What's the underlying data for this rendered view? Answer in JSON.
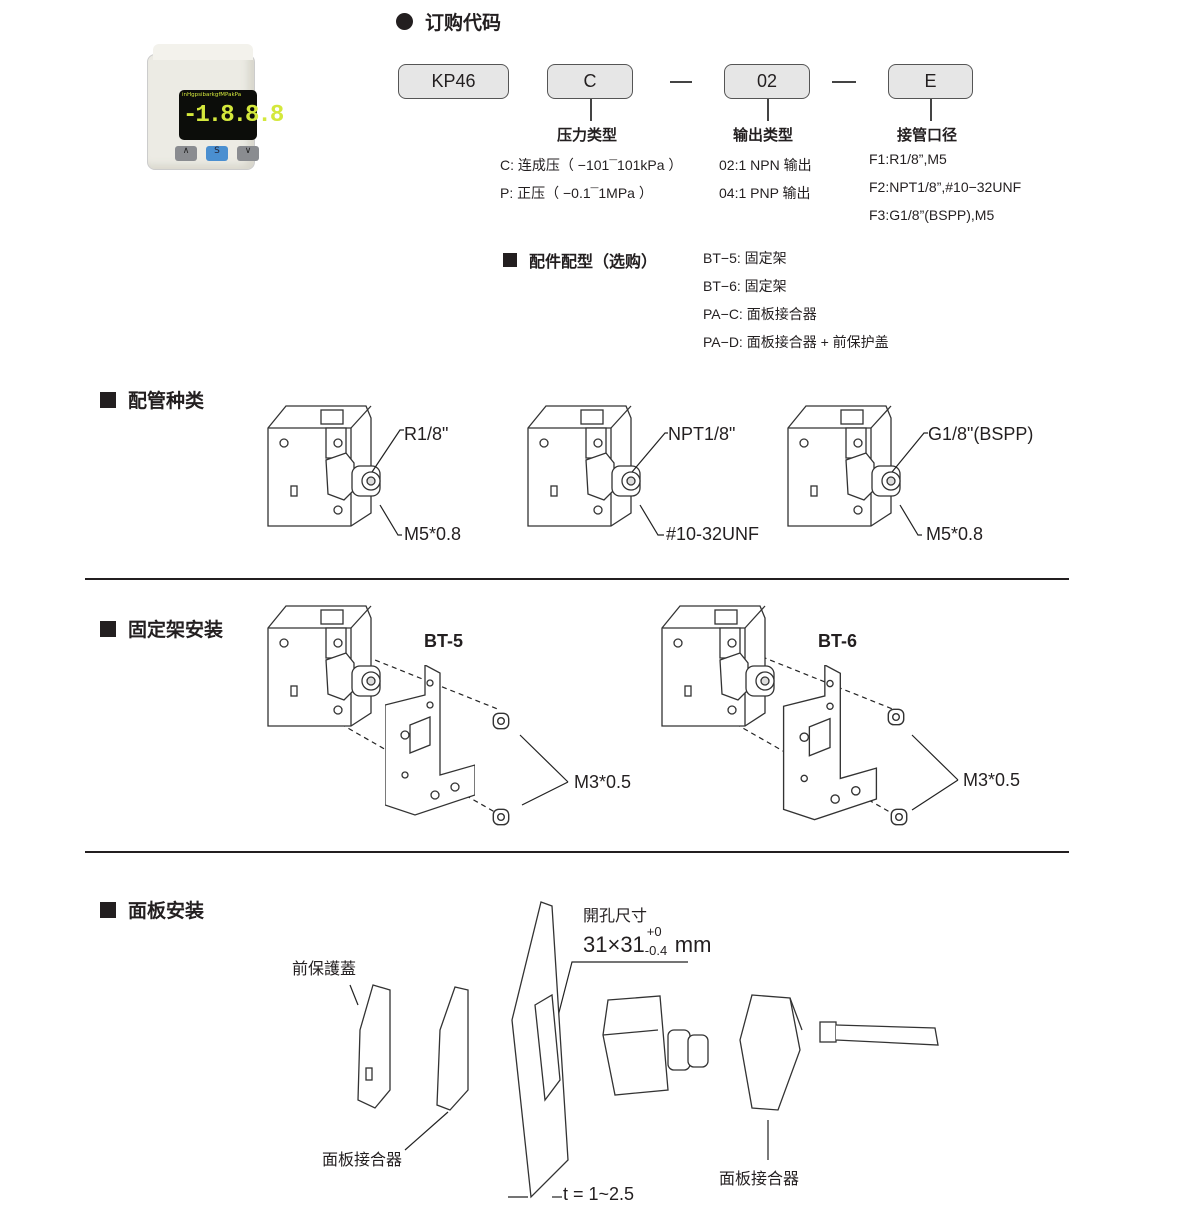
{
  "order_code": {
    "title": "订购代码",
    "boxes": [
      "KP46",
      "C",
      "02",
      "E"
    ],
    "groups": [
      {
        "label": "压力类型",
        "options": [
          "C: 连成压（ −101¯101kPa ）",
          "P: 正压（ −0.1¯1MPa ）"
        ]
      },
      {
        "label": "输出类型",
        "options": [
          "02:1 NPN 输出",
          "04:1 PNP 输出"
        ]
      },
      {
        "label": "接管口径",
        "options": [
          "F1:R1/8”,M5",
          "F2:NPT1/8”,#10−32UNF",
          "F3:G1/8”(BSPP),M5"
        ]
      }
    ]
  },
  "device_display": {
    "units": "inHgpsibarkgfMPakPa",
    "digits": "-1.8.8.8",
    "buttons": [
      "∧",
      "S",
      "∨"
    ]
  },
  "accessories": {
    "title": "配件配型（选购）",
    "items": [
      "BT−5: 固定架",
      "BT−6: 固定架",
      "PA−C: 面板接合器",
      "PA−D: 面板接合器 + 前保护盖"
    ]
  },
  "piping": {
    "title": "配管种类",
    "variants": [
      {
        "top": "R1/8\"",
        "bottom": "M5*0.8"
      },
      {
        "top": "NPT1/8\"",
        "bottom": "#10-32UNF"
      },
      {
        "top": "G1/8\"(BSPP)",
        "bottom": "M5*0.8"
      }
    ]
  },
  "bracket": {
    "title": "固定架安装",
    "variants": [
      {
        "name": "BT-5",
        "screw": "M3*0.5"
      },
      {
        "name": "BT-6",
        "screw": "M3*0.5"
      }
    ]
  },
  "panel": {
    "title": "面板安装",
    "front_cover": "前保護蓋",
    "adapter_left": "面板接合器",
    "adapter_right": "面板接合器",
    "cutout_label": "開孔尺寸",
    "cutout_size": "31×31",
    "tol_plus": "+0",
    "tol_minus": "-0.4",
    "unit": "mm",
    "thickness": "t = 1~2.5"
  }
}
